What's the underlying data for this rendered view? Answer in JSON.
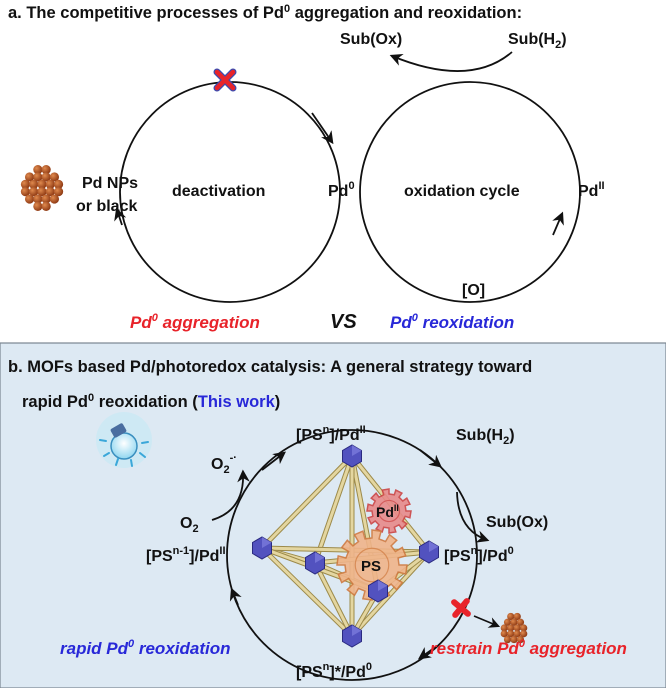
{
  "panel_a": {
    "prefix": "a. The competitive processes of  Pd",
    "prefix_sup": "0",
    "suffix": " aggregation and reoxidation:",
    "sub_ox": "Sub(Ox)",
    "sub_h2_main": "Sub(H",
    "sub_h2_sub": "2",
    "sub_h2_close": ")",
    "pd_nps_line1": "Pd NPs",
    "pd_nps_line2": "or black",
    "deactivation": "deactivation",
    "pd0_main": "Pd",
    "pd0_sup": "0",
    "oxidation_cycle": "oxidation cycle",
    "pdII_main": "Pd",
    "pdII_sup": "II",
    "oxidant": "[O]",
    "agg_main": "Pd",
    "agg_sup": "0",
    "agg_rest": " aggregation",
    "vs": "VS",
    "reox_main": "Pd",
    "reox_sup": "0",
    "reox_rest": " reoxidation"
  },
  "panel_b": {
    "title_line1": "b. MOFs based Pd/photoredox catalysis: A general strategy toward",
    "title_line2_a": "rapid Pd",
    "title_line2_sup": "0",
    "title_line2_b": " reoxidation (",
    "title_line2_highlight": "This work",
    "title_line2_c": ")",
    "o2_top_main": "O",
    "o2_top_sub": "2",
    "o2_top_sup": "-·",
    "o2_left_main": "O",
    "o2_left_sub": "2",
    "psn_pdII_top_a": "[PS",
    "psn_pdII_top_sup1": "n",
    "psn_pdII_top_b": "]/Pd",
    "psn_pdII_top_sup2": "II",
    "sub_h2_main": "Sub(H",
    "sub_h2_sub": "2",
    "sub_h2_close": ")",
    "sub_ox": "Sub(Ox)",
    "psn1_a": "[PS",
    "psn1_sup1": "n-1",
    "psn1_b": "]/Pd",
    "psn1_sup2": "II",
    "psn_pd0_a": "[PS",
    "psn_pd0_sup1": "n",
    "psn_pd0_b": "]/Pd",
    "psn_pd0_sup2": "0",
    "psn_star_a": "[PS",
    "psn_star_sup1": "n",
    "psn_star_b": "]*/Pd",
    "psn_star_sup2": "0",
    "gear_pd_main": "Pd",
    "gear_pd_sup": "II",
    "gear_ps": "PS",
    "rapid_main": "rapid Pd",
    "rapid_sup": "0",
    "rapid_rest": " reoxidation",
    "restrain_main": "restrain Pd",
    "restrain_sup": "0",
    "restrain_rest": " aggregation"
  },
  "colors": {
    "red": "#e8232a",
    "blue": "#2828d8",
    "node": "#5252bf",
    "strut": "#d8c98f",
    "panel_b_bg": "#dde9f3",
    "particle": "#b5531f"
  }
}
